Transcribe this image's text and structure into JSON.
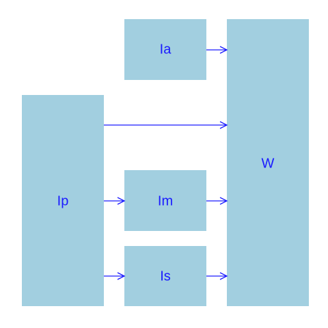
{
  "diagram": {
    "node_fill": "#a2cfe0",
    "text_color": "#1a1aff",
    "edge_color": "#1a1aff",
    "nodes": {
      "ia": {
        "label": "Ia"
      },
      "ip": {
        "label": "Ip"
      },
      "im": {
        "label": "Im"
      },
      "is": {
        "label": "Is"
      },
      "w": {
        "label": "W"
      }
    },
    "edges": [
      {
        "from": "ia",
        "to": "w"
      },
      {
        "from": "ip",
        "to": "w"
      },
      {
        "from": "ip",
        "to": "im"
      },
      {
        "from": "ip",
        "to": "is"
      },
      {
        "from": "im",
        "to": "w"
      },
      {
        "from": "is",
        "to": "w"
      }
    ]
  }
}
